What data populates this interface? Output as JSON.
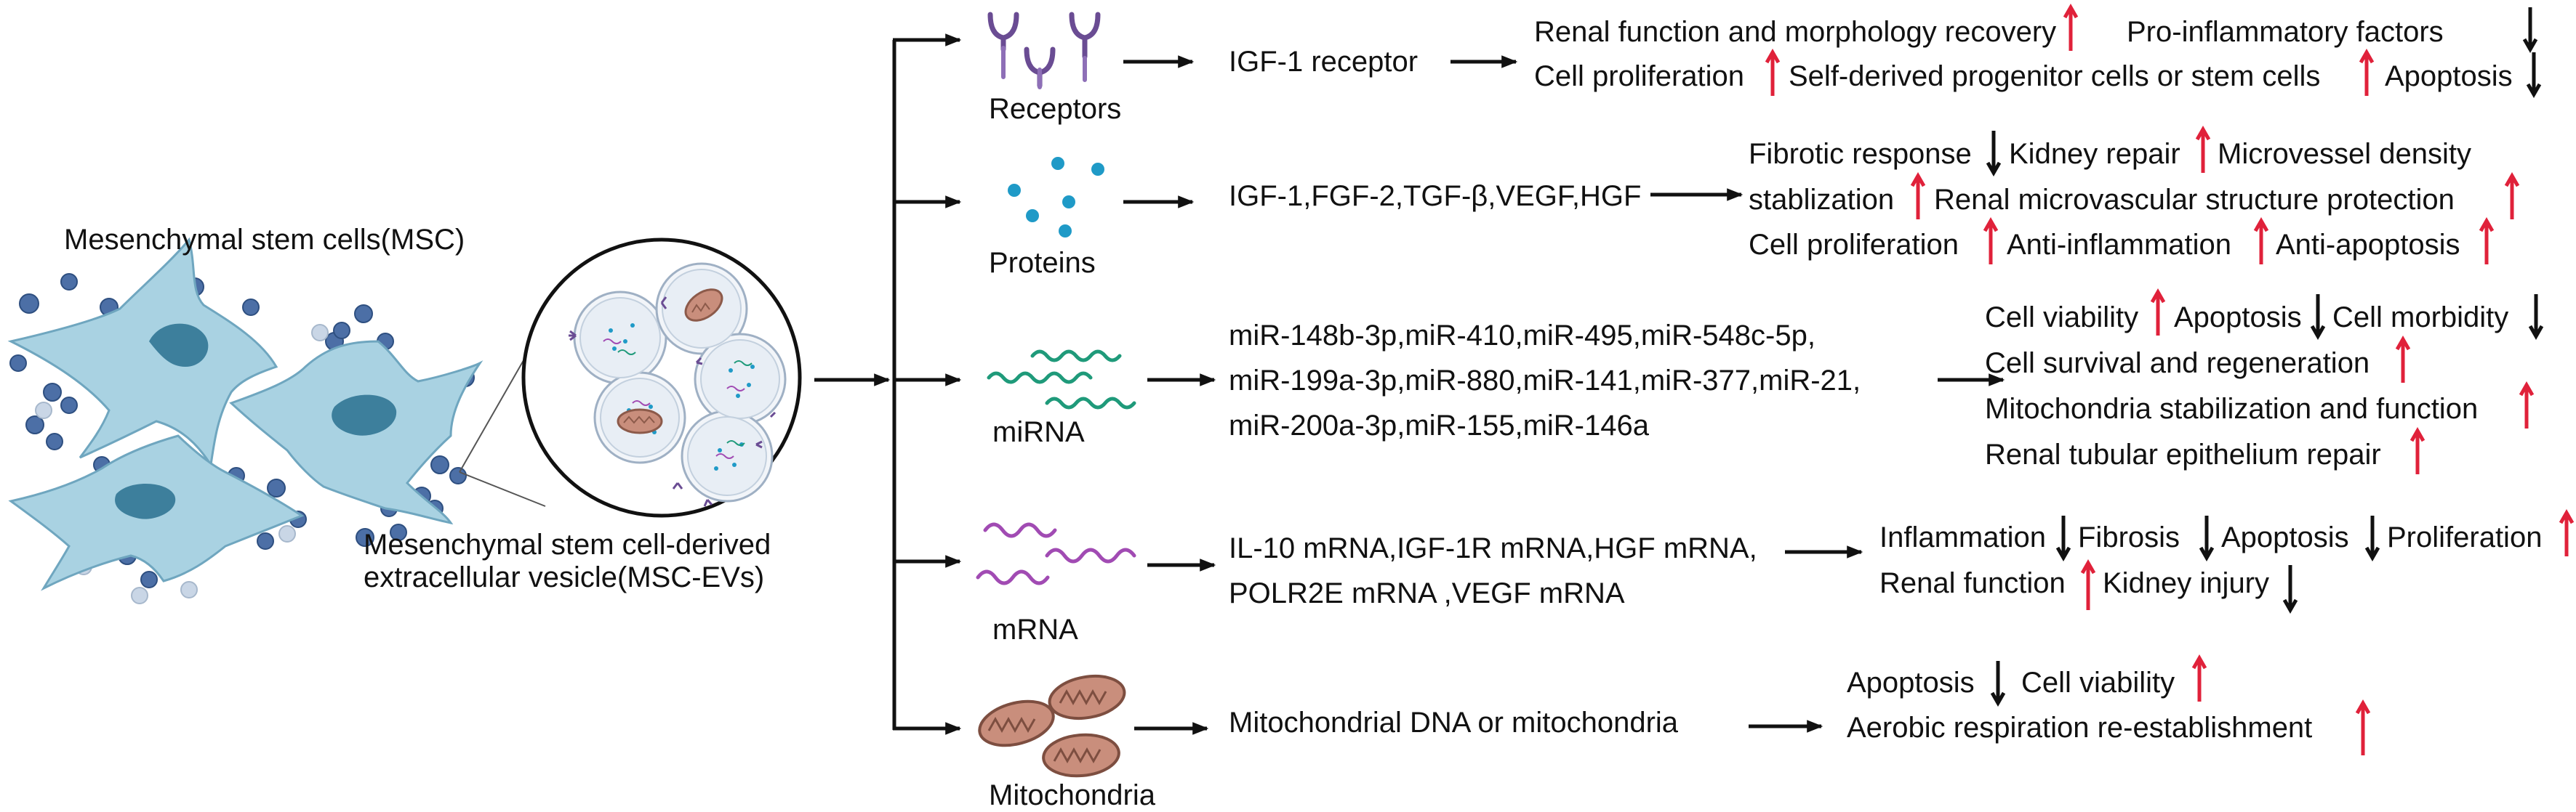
{
  "colors": {
    "up_arrow": "#e0213a",
    "down_arrow": "#111111",
    "cell_fill": "#a9d2e2",
    "cell_stroke": "#6fa6bf",
    "nucleus": "#3d7f9c",
    "vesicle_dot": "#4c6fa6",
    "protein_dot": "#1f9ac7",
    "mirna_color": "#1f9a7a",
    "mrna_color": "#a14bb3",
    "mito_fill": "#c98e7c",
    "receptor_color": "#6a4c93"
  },
  "left": {
    "msc_label": "Mesenchymal stem cells(MSC)",
    "ev_label_line1": "Mesenchymal stem cell-derived",
    "ev_label_line2": "extracellular vesicle(MSC-EVs)"
  },
  "cargo": {
    "receptors": "Receptors",
    "proteins": "Proteins",
    "mirna": "miRNA",
    "mrna": "mRNA",
    "mitochondria": "Mitochondria"
  },
  "molecules": {
    "receptors": "IGF-1 receptor",
    "proteins": "IGF-1,FGF-2,TGF-β,VEGF,HGF",
    "mirna_line1": "miR-148b-3p,miR-410,miR-495,miR-548c-5p,",
    "mirna_line2": "miR-199a-3p,miR-880,miR-141,miR-377,miR-21,",
    "mirna_line3": "miR-200a-3p,miR-155,miR-146a",
    "mrna_line1": "IL-10 mRNA,IGF-1R mRNA,HGF mRNA,",
    "mrna_line2": "POLR2E mRNA ,VEGF mRNA",
    "mitochondria": "Mitochondrial DNA or mitochondria"
  },
  "effects": {
    "r1_a": "Renal function and morphology recovery",
    "r1_b": "Pro-inflammatory factors",
    "r1_c": "Cell proliferation",
    "r1_d": "Self-derived progenitor cells or stem cells",
    "r1_e": "Apoptosis",
    "p_a": "Fibrotic response",
    "p_b": "Kidney repair",
    "p_c": "Microvessel density",
    "p_d": "stablization",
    "p_e": "Renal microvascular structure protection",
    "p_f": "Cell proliferation",
    "p_g": "Anti-inflammation",
    "p_h": "Anti-apoptosis",
    "mi_a": "Cell viability",
    "mi_b": "Apoptosis",
    "mi_c": "Cell morbidity",
    "mi_d": "Cell survival and regeneration",
    "mi_e": "Mitochondria stabilization and function",
    "mi_f": "Renal tubular epithelium repair",
    "m_a": "Inflammation",
    "m_b": "Fibrosis",
    "m_c": "Apoptosis",
    "m_d": "Proliferation",
    "m_e": "Renal function",
    "m_f": "Kidney injury",
    "mt_a": "Apoptosis",
    "mt_b": "Cell viability",
    "mt_c": "Aerobic respiration re-establishment"
  }
}
